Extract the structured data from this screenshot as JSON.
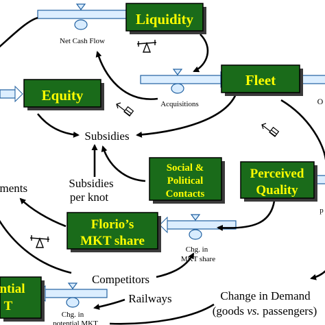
{
  "stocks": {
    "liquidity": "Liquidity",
    "fleet": "Fleet",
    "equity": "Equity",
    "perceived_quality_line1": "Perceived",
    "perceived_quality_line2": "Quality",
    "social_line1": "Social &",
    "social_line2": "Political",
    "social_line3": "Contacts",
    "florio_line1": "Florio’s",
    "florio_line2": "MKT share",
    "potential_line1": "ntial",
    "potential_line2": "T"
  },
  "flows": {
    "net_cash_flow": "Net Cash Flow",
    "acquisitions": "Acquisitions",
    "chg_mkt_share_line1": "Chg. in",
    "chg_mkt_share_line2": "MKT share",
    "chg_potential_line1": "Chg. in",
    "chg_potential_line2": "potential MKT"
  },
  "variables": {
    "subsidies": "Subsidies",
    "subsidies_per_knot_line1": "Subsidies",
    "subsidies_per_knot_line2": "per knot",
    "competitors": "Competitors",
    "railways": "Railways",
    "change_in_demand_line1": "Change in Demand",
    "change_in_demand_line2_a": "(goods ",
    "change_in_demand_line2_b": "vs.",
    "change_in_demand_line2_c": " passengers)",
    "ements": "ements",
    "right_edge_1": "O",
    "right_edge_2": "p"
  },
  "colors": {
    "stock_fill": "#1a6b1a",
    "stock_text": "#ffff00",
    "pipe_fill": "#dceeff",
    "pipe_stroke": "#2060a0"
  }
}
